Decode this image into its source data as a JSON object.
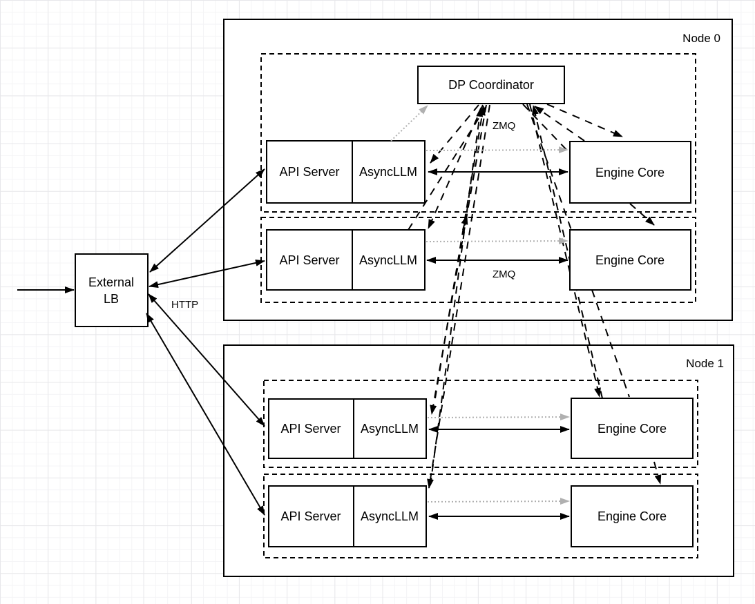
{
  "diagram": {
    "external_lb": {
      "line1": "External",
      "line2": "LB"
    },
    "dp_coordinator": {
      "label": "DP Coordinator"
    },
    "edge_labels": {
      "http": "HTTP",
      "zmq_coordinator": "ZMQ",
      "zmq_engine": "ZMQ"
    },
    "node0": {
      "label": "Node 0",
      "rows": [
        {
          "api": "API Server",
          "async": "AsyncLLM",
          "engine": "Engine Core"
        },
        {
          "api": "API Server",
          "async": "AsyncLLM",
          "engine": "Engine Core"
        }
      ]
    },
    "node1": {
      "label": "Node 1",
      "rows": [
        {
          "api": "API Server",
          "async": "AsyncLLM",
          "engine": "Engine Core"
        },
        {
          "api": "API Server",
          "async": "AsyncLLM",
          "engine": "Engine Core"
        }
      ]
    },
    "colors": {
      "stroke": "#000000",
      "box_fill": "#ffffff",
      "dotted_arrow": "#b0b0b0",
      "grid_minor": "#f4f4f6",
      "grid_major": "#e7e7ea"
    }
  }
}
